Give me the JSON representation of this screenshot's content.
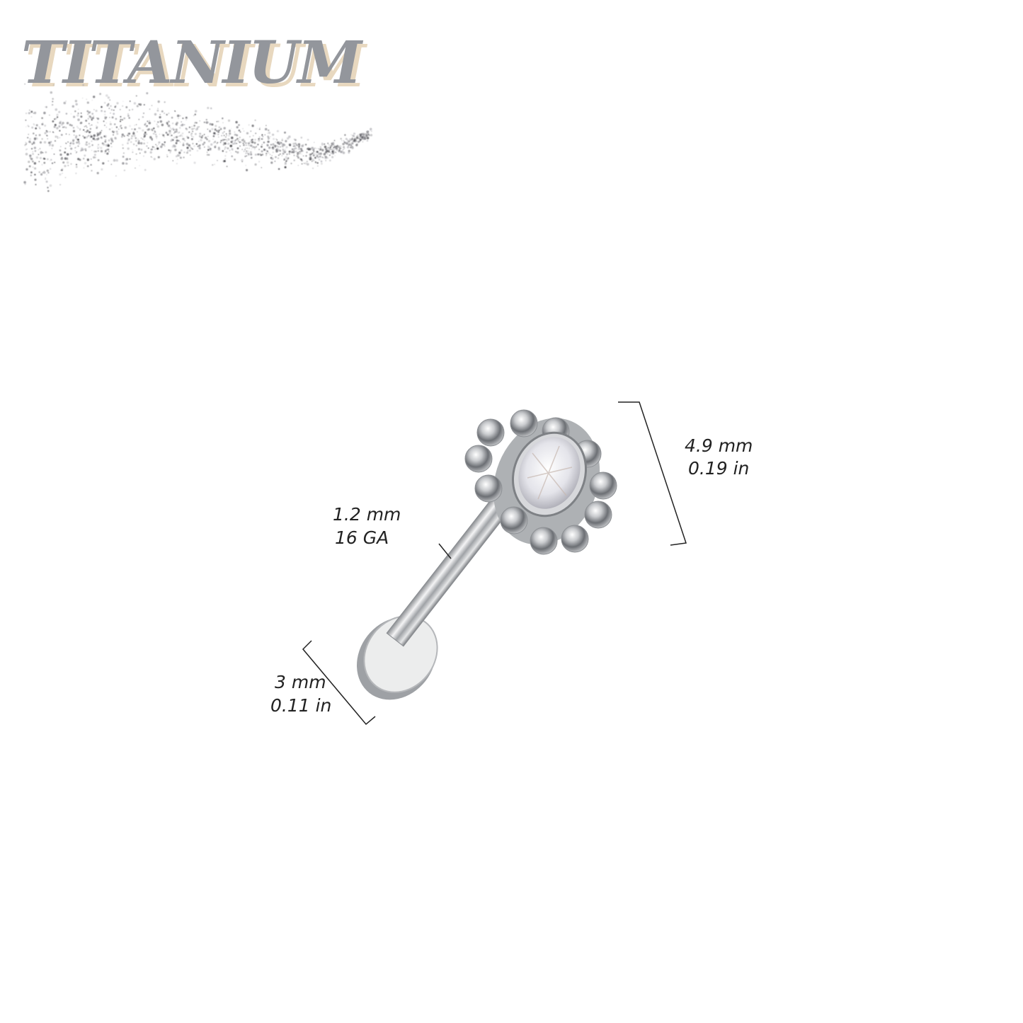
{
  "brand": {
    "title": "TITANIUM"
  },
  "dimensions": {
    "top_length": {
      "mm": "4.9 mm",
      "in": "0.19 in"
    },
    "gauge": {
      "mm": "1.2 mm",
      "ga": "16 GA"
    },
    "disc": {
      "mm": "3 mm",
      "in": "0.11 in"
    }
  },
  "colors": {
    "title": "#93969c",
    "title_shadow": "#e8d8bf",
    "metal": "#c8cacd"
  }
}
